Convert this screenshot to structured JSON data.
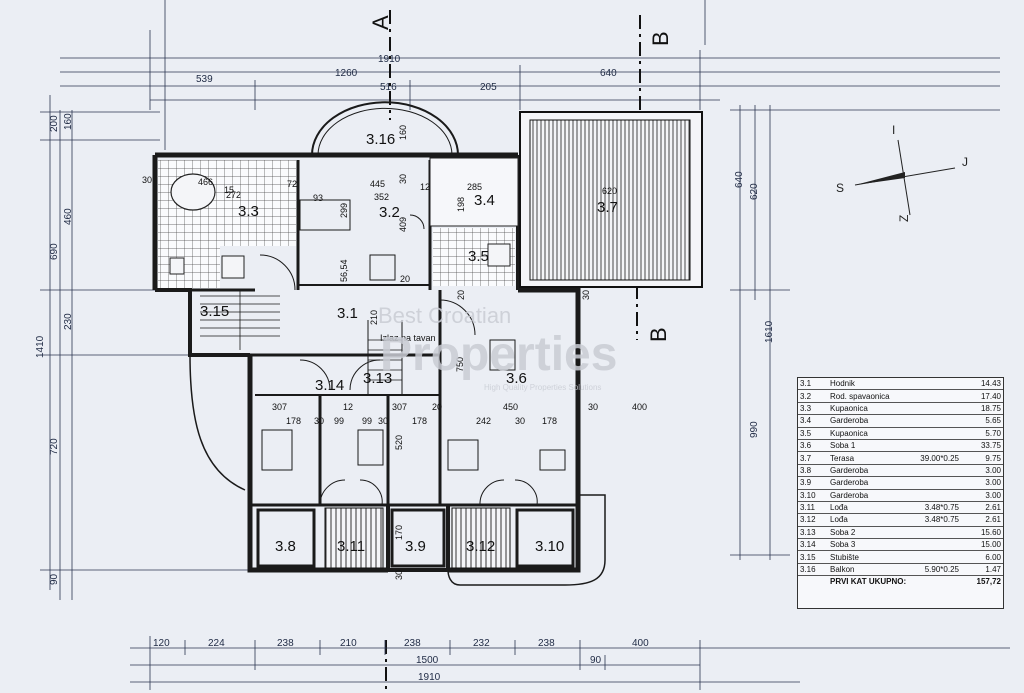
{
  "sections": {
    "a": "A",
    "b_top": "B",
    "b_mid": "B"
  },
  "compass": {
    "s": "S",
    "i": "I",
    "j": "J",
    "z": "Z"
  },
  "watermark": {
    "line1": "Best Croatian",
    "line2": "Properties",
    "line3": "High Quality Properties Solutions"
  },
  "top_dims": [
    "1910",
    "1260",
    "640",
    "539",
    "516",
    "205"
  ],
  "bottom_dims": [
    "120",
    "224",
    "238",
    "210",
    "238",
    "232",
    "238",
    "400",
    "1500",
    "90",
    "1910"
  ],
  "left_dims": [
    "200",
    "160",
    "460",
    "690",
    "1410",
    "230",
    "720",
    "90"
  ],
  "right_dims": [
    "640",
    "620",
    "1610",
    "990"
  ],
  "inner_dims": [
    "30",
    "466",
    "272",
    "15",
    "72",
    "445",
    "352",
    "93",
    "299",
    "409",
    "56,54",
    "30",
    "12",
    "285",
    "198",
    "620",
    "160",
    "210",
    "20",
    "750",
    "307",
    "12",
    "99",
    "307",
    "20",
    "450",
    "30",
    "400",
    "178",
    "30",
    "99",
    "30",
    "178",
    "520",
    "242",
    "30",
    "178",
    "170",
    "30",
    "20",
    "30"
  ],
  "stair_note": "Izlaz na tavan",
  "rooms": {
    "r31": "3.1",
    "r32": "3.2",
    "r33": "3.3",
    "r34": "3.4",
    "r35": "3.5",
    "r36": "3.6",
    "r37": "3.7",
    "r38": "3.8",
    "r39": "3.9",
    "r310": "3.10",
    "r311": "3.11",
    "r312": "3.12",
    "r313": "3.13",
    "r314": "3.14",
    "r315": "3.15",
    "r316": "3.16"
  },
  "legend": {
    "rows": [
      {
        "num": "3.1",
        "name": "Hodnik",
        "dim": "",
        "area": "14.43"
      },
      {
        "num": "3.2",
        "name": "Rod. spavaonica",
        "dim": "",
        "area": "17.40"
      },
      {
        "num": "3.3",
        "name": "Kupaonica",
        "dim": "",
        "area": "18.75"
      },
      {
        "num": "3.4",
        "name": "Garderoba",
        "dim": "",
        "area": "5.65"
      },
      {
        "num": "3.5",
        "name": "Kupaonica",
        "dim": "",
        "area": "5.70"
      },
      {
        "num": "3.6",
        "name": "Soba 1",
        "dim": "",
        "area": "33.75"
      },
      {
        "num": "3.7",
        "name": "Terasa",
        "dim": "39.00*0.25",
        "area": "9.75"
      },
      {
        "num": "3.8",
        "name": "Garderoba",
        "dim": "",
        "area": "3.00"
      },
      {
        "num": "3.9",
        "name": "Garderoba",
        "dim": "",
        "area": "3.00"
      },
      {
        "num": "3.10",
        "name": "Garderoba",
        "dim": "",
        "area": "3.00"
      },
      {
        "num": "3.11",
        "name": "Lođa",
        "dim": "3.48*0.75",
        "area": "2.61"
      },
      {
        "num": "3.12",
        "name": "Lođa",
        "dim": "3.48*0.75",
        "area": "2.61"
      },
      {
        "num": "3.13",
        "name": "Soba 2",
        "dim": "",
        "area": "15.60"
      },
      {
        "num": "3.14",
        "name": "Soba 3",
        "dim": "",
        "area": "15.00"
      },
      {
        "num": "3.15",
        "name": "Stubište",
        "dim": "",
        "area": "6.00"
      },
      {
        "num": "3.16",
        "name": "Balkon",
        "dim": "5.90*0.25",
        "area": "1.47"
      }
    ],
    "total_label": "PRVI KAT UKUPNO:",
    "total_value": "157,72"
  }
}
